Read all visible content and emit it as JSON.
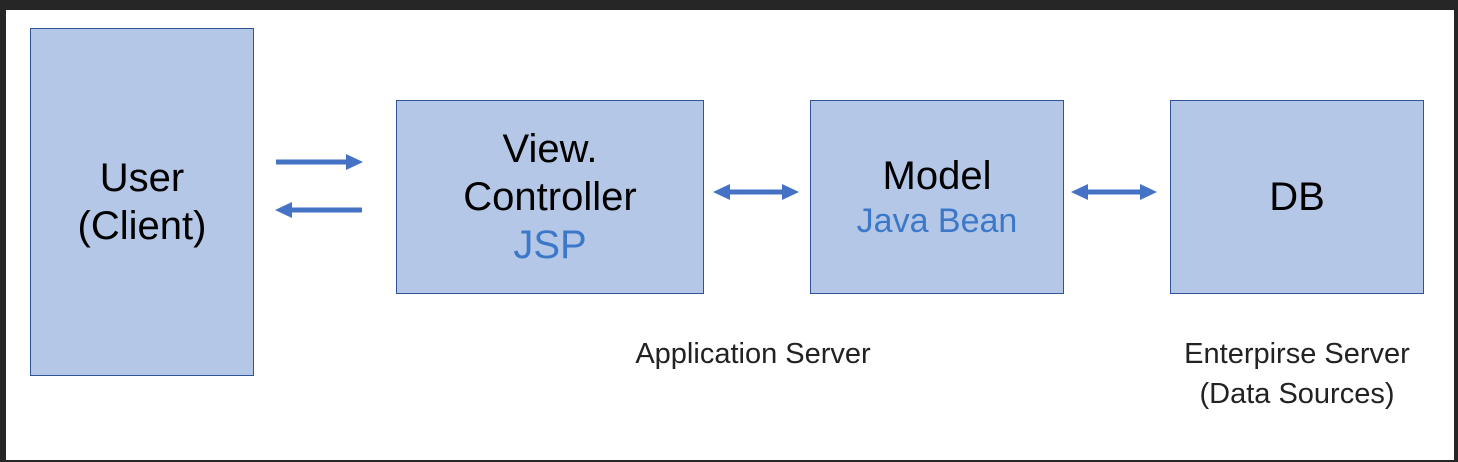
{
  "colors": {
    "box_fill": "#b4c7e7",
    "box_border": "#2f5597",
    "arrow": "#4472c4",
    "accent_text": "#3c78c8"
  },
  "boxes": {
    "user": {
      "line1": "User",
      "line2": "(Client)"
    },
    "view_controller": {
      "line1": "View.",
      "line2": "Controller",
      "tech": "JSP"
    },
    "model": {
      "title": "Model",
      "tech": "Java Bean"
    },
    "db": {
      "title": "DB"
    }
  },
  "captions": {
    "application_server": "Application Server",
    "enterprise_server_line1": "Enterpirse Server",
    "enterprise_server_line2": "(Data Sources)"
  }
}
